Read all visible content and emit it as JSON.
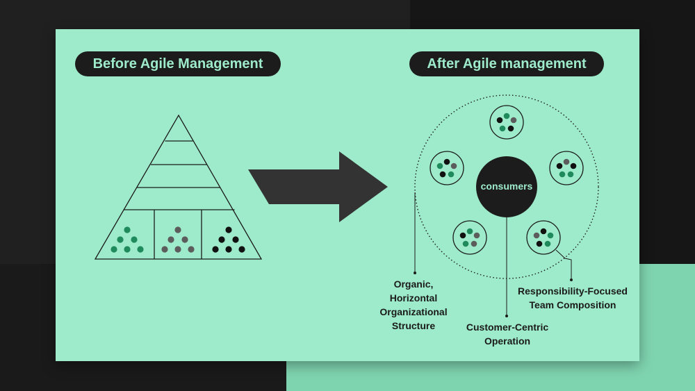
{
  "headers": {
    "before": "Before Agile Management",
    "after": "After Agile management"
  },
  "center_label": "consumers",
  "labels": {
    "organic": [
      "Organic,",
      "Horizontal",
      "Organizational",
      "Structure"
    ],
    "responsibility": [
      "Responsibility-Focused",
      "Team Composition"
    ],
    "customer": [
      "Customer-Centric",
      "Operation"
    ]
  },
  "colors": {
    "card": "#9eebcb",
    "dark": "#1c1c1c",
    "green_dot": "#1f8a5b",
    "gray_dot": "#5c5c5c",
    "black_dot": "#111111",
    "arrow": "#333333"
  }
}
